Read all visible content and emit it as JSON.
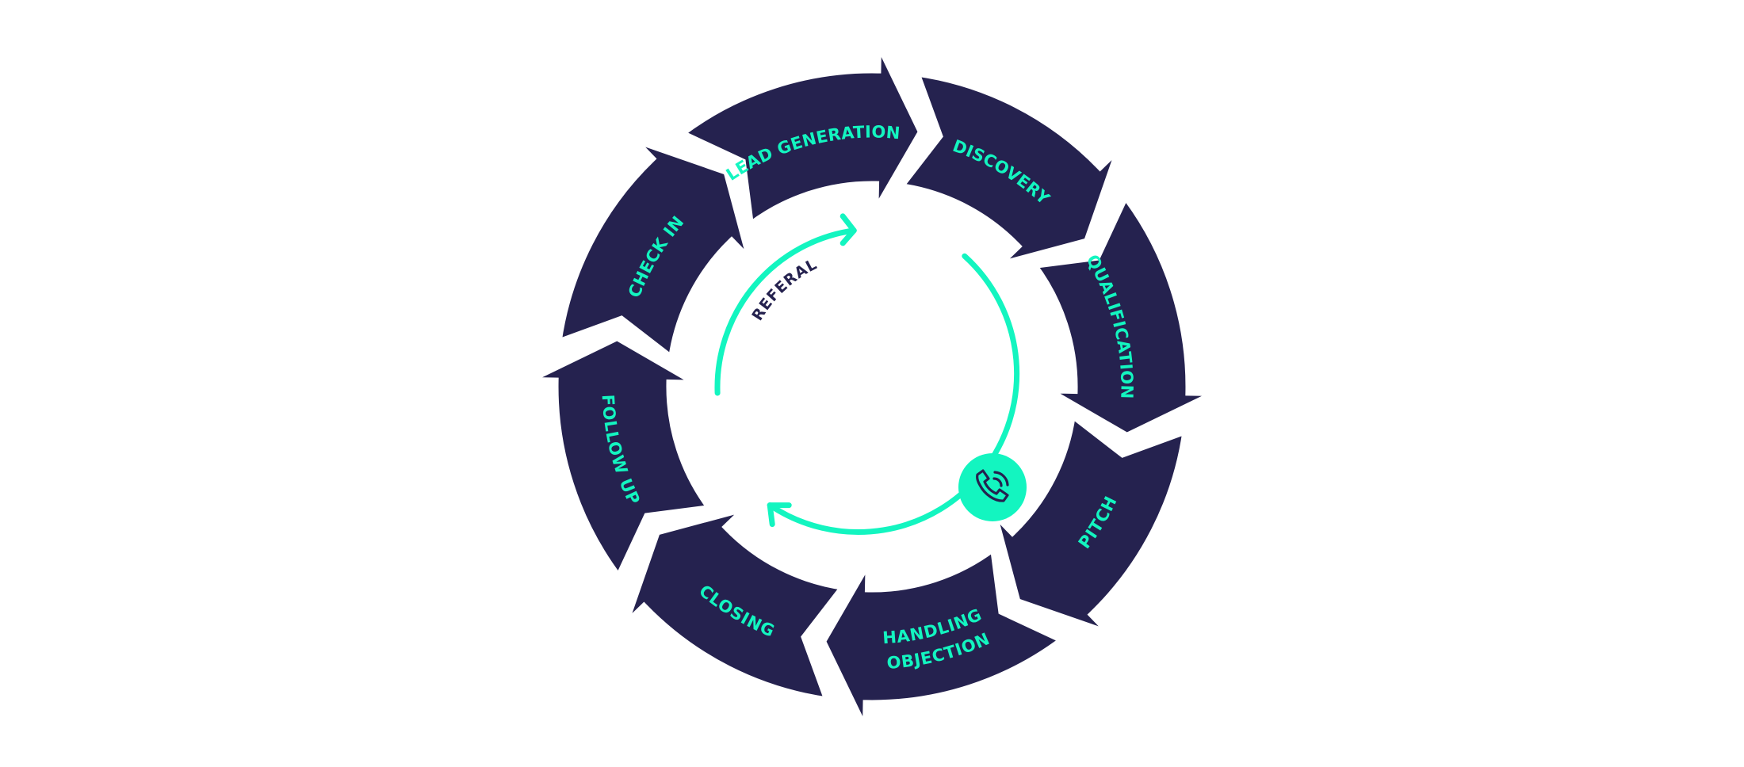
{
  "colors": {
    "segment": "#25224f",
    "accent": "#13f5c0",
    "background": "#ffffff"
  },
  "cycle": {
    "segments": [
      {
        "label": "LEAD GENERATION"
      },
      {
        "label": "DISCOVERY"
      },
      {
        "label": "QUALIFICATION"
      },
      {
        "label": "PITCH"
      },
      {
        "label": "OBJECTION",
        "label2": "HANDLING"
      },
      {
        "label": "CLOSING"
      },
      {
        "label": "FOLLOW UP"
      },
      {
        "label": "CHECK IN"
      }
    ]
  },
  "inner": {
    "referral_label": "REFERAL",
    "center_icon": "phone-icon"
  }
}
